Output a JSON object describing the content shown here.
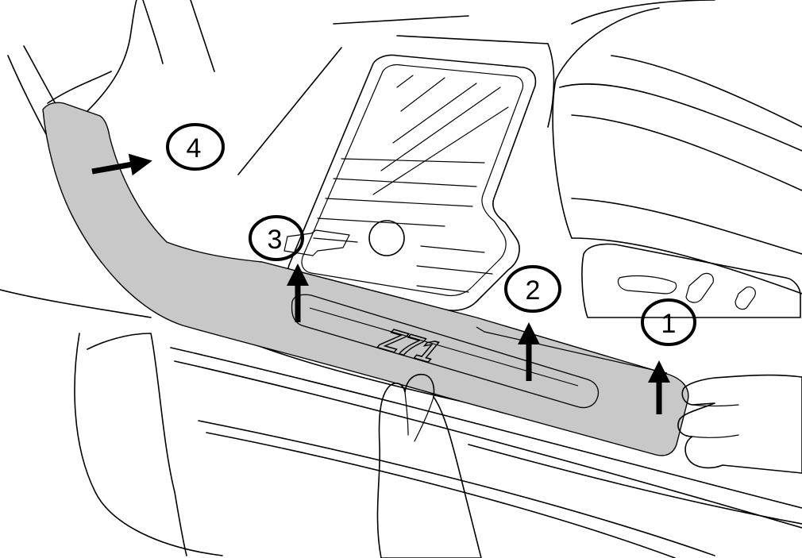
{
  "callouts": [
    {
      "id": "1",
      "label": "1"
    },
    {
      "id": "2",
      "label": "2"
    },
    {
      "id": "3",
      "label": "3"
    },
    {
      "id": "4",
      "label": "4"
    }
  ],
  "badge": {
    "text": "Z71"
  },
  "colors": {
    "sill_plate": "#c8c8c8",
    "outline": "#000000",
    "arrow": "#000000"
  },
  "arrow_directions": {
    "1": "up",
    "2": "up",
    "3": "up",
    "4": "right"
  }
}
